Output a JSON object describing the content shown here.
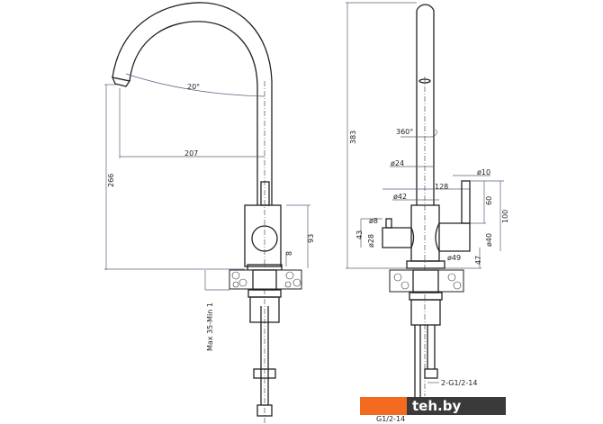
{
  "side_view": {
    "angle": "20°",
    "reach": "207",
    "height": "266",
    "body_height": "93",
    "handle_offset": "8",
    "countertop": "Max 35-Min 1"
  },
  "front_view": {
    "total_height": "383",
    "rotation": "360°",
    "spout_diameter": "ø24",
    "lever_diameter": "ø10",
    "width": "128",
    "body_diameter": "ø42",
    "lever_height": "60",
    "handle_height": "100",
    "knob_diameter": "ø8",
    "left_height": "43",
    "left_diameter": "ø28",
    "right_diameter": "ø40",
    "base_diameter": "ø49",
    "base_height": "47",
    "thread_1": "2-G1/2-14",
    "thread_2": "G1/2-14"
  },
  "watermark": {
    "text": "teh.by",
    "color": "#f26b21"
  }
}
